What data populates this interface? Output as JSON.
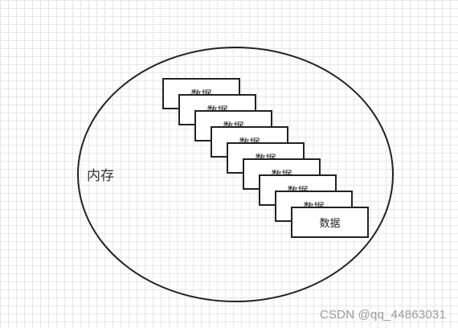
{
  "memory": {
    "label": "内存"
  },
  "stack": {
    "cards": [
      {
        "label": "数据"
      },
      {
        "label": "数据"
      },
      {
        "label": "数据"
      },
      {
        "label": "数据"
      },
      {
        "label": "数据"
      },
      {
        "label": "数据"
      },
      {
        "label": "数据"
      },
      {
        "label": "数据"
      },
      {
        "label": "数据"
      }
    ]
  },
  "watermark": {
    "text": "CSDN @qq_44863031"
  },
  "colors": {
    "grid": "#e6e6e6",
    "stroke": "#222222",
    "watermark": "#9a9a9a"
  }
}
